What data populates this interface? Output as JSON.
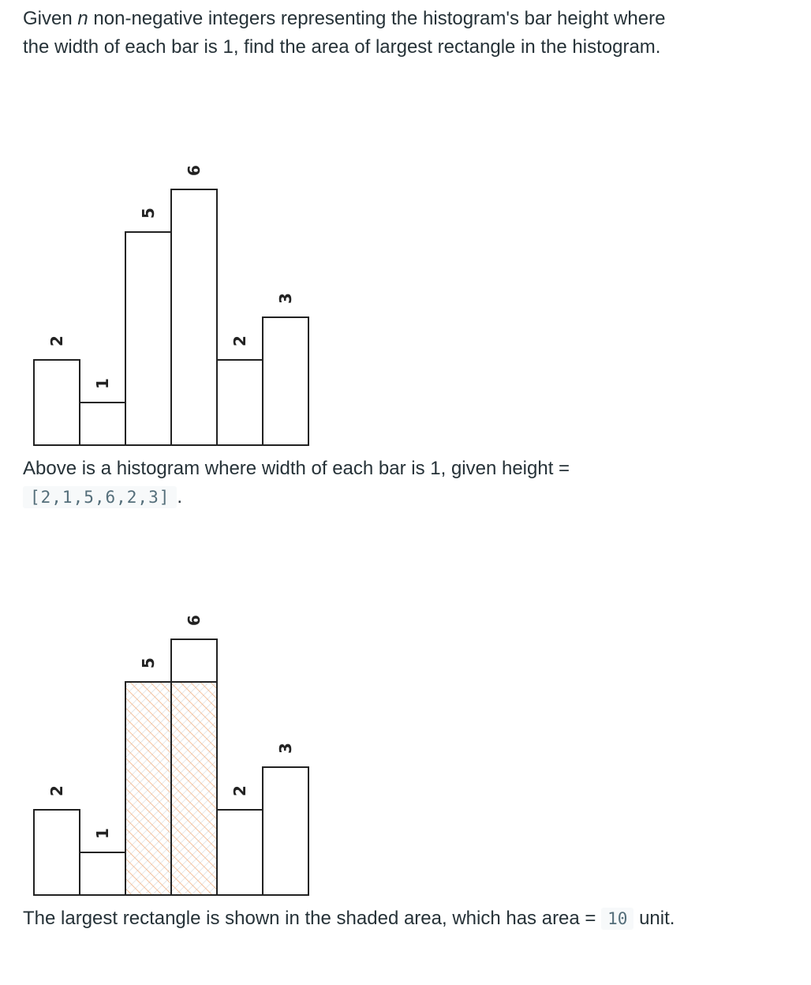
{
  "intro": {
    "prefix": "Given ",
    "variable": "n",
    "line1_rest": " non-negative integers representing the histogram's bar height where",
    "line2": "the width of each bar is 1, find the area of largest rectangle in the histogram."
  },
  "example": {
    "caption_text": "Above is a histogram where width of each bar is 1, given height =",
    "height_code": "[2,1,5,6,2,3]",
    "caption_suffix": ".",
    "result_prefix": "The largest rectangle is shown in the shaded area, which has area =",
    "area_code": "10",
    "result_suffix": " unit."
  },
  "chart_data": [
    {
      "type": "bar",
      "categories": [
        "",
        "",
        "",
        "",
        "",
        ""
      ],
      "values": [
        2,
        1,
        5,
        6,
        2,
        3
      ],
      "data_labels": [
        "2",
        "1",
        "5",
        "6",
        "2",
        "3"
      ],
      "shaded": false,
      "colors": {
        "fill": "#ffffff",
        "stroke": "#222222"
      }
    },
    {
      "type": "bar",
      "categories": [
        "",
        "",
        "",
        "",
        "",
        ""
      ],
      "values": [
        2,
        1,
        5,
        6,
        2,
        3
      ],
      "data_labels": [
        "2",
        "1",
        "5",
        "6",
        "2",
        "3"
      ],
      "shaded": true,
      "shaded_bars": [
        2,
        3
      ],
      "shaded_height": 5,
      "colors": {
        "fill": "#ffffff",
        "stroke": "#222222",
        "hatch": "#f4b183"
      }
    }
  ]
}
